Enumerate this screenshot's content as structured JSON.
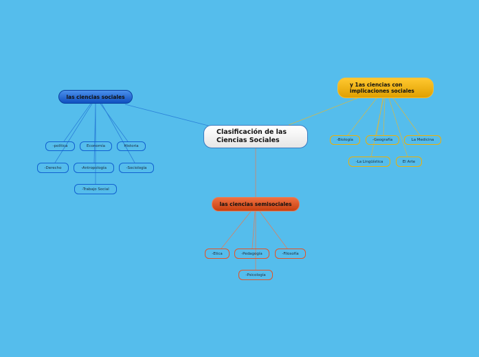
{
  "center": "Clasificación de las Ciencias Sociales",
  "sociales": {
    "title": "las ciencias sociales",
    "items": [
      "-política",
      "Economía",
      "Historia",
      "-Derecho",
      "-Antropología",
      "-Sociología",
      "-Trabajo Social"
    ]
  },
  "implicaciones": {
    "title": "y 1as ciencias con implicaciones sociales",
    "items": [
      "-Biología",
      "-Geografía",
      "La Medicina",
      "-La Lingüística",
      "El Arte"
    ]
  },
  "semisociales": {
    "title": "las ciencias semisociales",
    "items": [
      "-Etica",
      "-Pedagogía",
      "-Filosofía",
      "-Psicología"
    ]
  }
}
